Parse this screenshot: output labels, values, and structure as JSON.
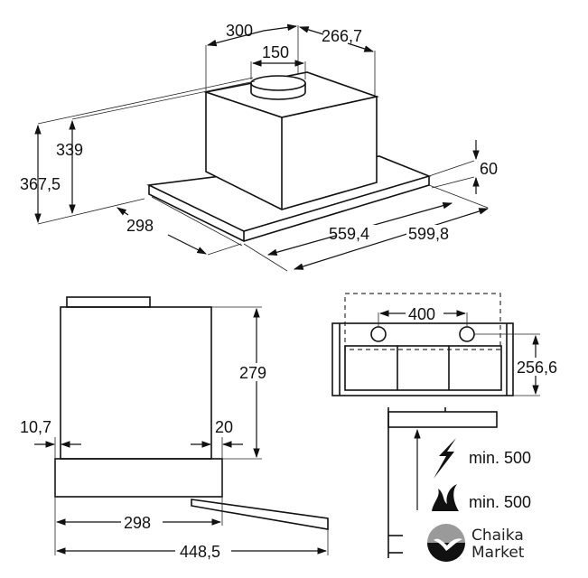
{
  "top_view": {
    "dim_width_box": "300",
    "dim_depth_box": "266,7",
    "dim_duct": "150",
    "dim_height_total": "367,5",
    "dim_height_box": "339",
    "dim_depth_base": "298",
    "dim_width_inner": "559,4",
    "dim_width_outer": "599,8",
    "dim_thickness": "60"
  },
  "side_view": {
    "dim_height": "279",
    "dim_left_offset": "10,7",
    "dim_right_offset": "20",
    "dim_depth_closed": "298",
    "dim_depth_open": "448,5"
  },
  "front_view": {
    "dim_hole_spacing": "400",
    "dim_hole_height": "256,6"
  },
  "clearances": [
    {
      "icon": "electric-hob-icon",
      "label": "min. 500"
    },
    {
      "icon": "gas-hob-icon",
      "label": "min. 500"
    }
  ],
  "watermark": {
    "line1": "Chaika",
    "line2": "Market"
  }
}
